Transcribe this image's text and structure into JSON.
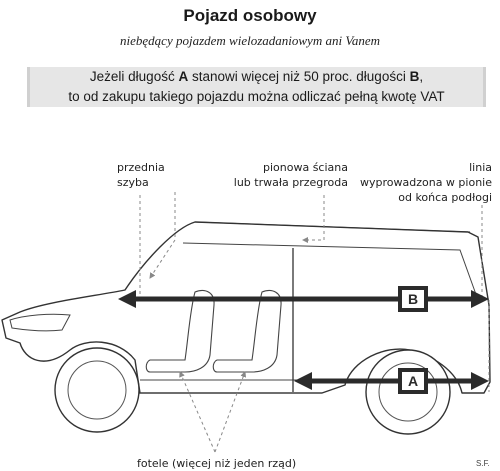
{
  "title": "Pojazd osobowy",
  "subtitle": "niebędący pojazdem wielozadaniowym ani Vanem",
  "banner": {
    "line1_pre": "Jeżeli długość ",
    "line1_a": "A",
    "line1_mid": " stanowi więcej niż 50 proc. długości ",
    "line1_b": "B",
    "line1_post": ",",
    "line2": "to od zakupu takiego pojazdu można odliczać pełną kwotę VAT"
  },
  "labels": {
    "windshield_1": "przednia",
    "windshield_2": "szyba",
    "wall_1": "pionowa ściana",
    "wall_2": "lub trwała przegroda",
    "line_1": "linia",
    "line_2": "wyprowadzona w pionie",
    "line_3": "od końca podłogi",
    "seats": "fotele (więcej niż jeden rząd)"
  },
  "arrow_labels": {
    "b": "B",
    "a": "A"
  },
  "credit": "S.F.",
  "colors": {
    "banner_bg": "#e6e6e6",
    "arrow": "#2b2b2b",
    "label_box": "#2b2b2b"
  }
}
